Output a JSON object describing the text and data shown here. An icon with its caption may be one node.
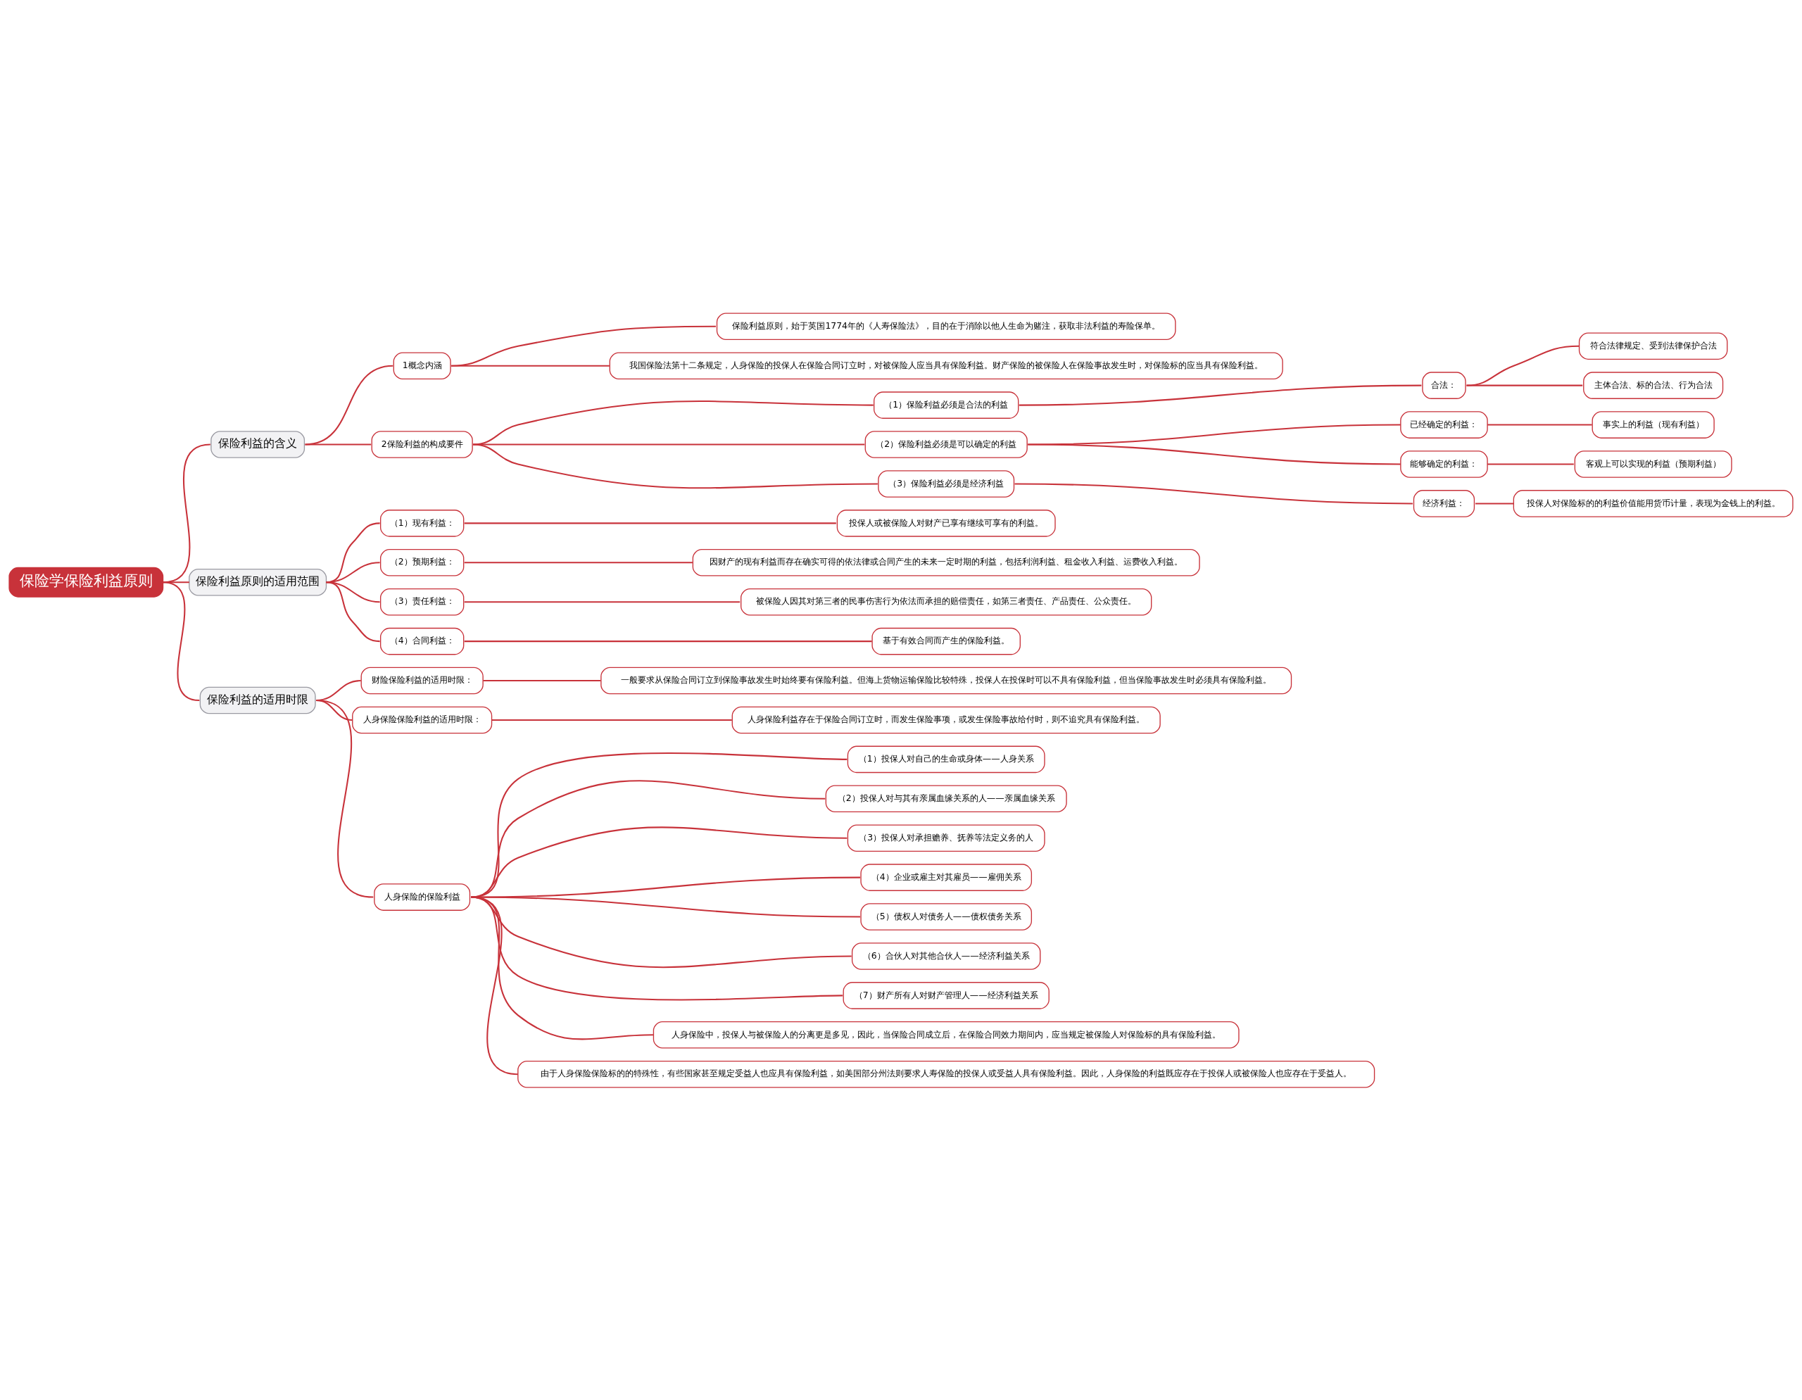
{
  "diagram": {
    "nodes": [
      {
        "text": [
          "保险学保险利益原则"
        ]
      },
      {
        "text": [
          "保险利益的含义"
        ]
      },
      {
        "text": [
          "1概念内涵"
        ]
      },
      {
        "text": [
          "保险利益原则，始于英国1774年的《人寿保险法》，目的在于消除以他人生命为赌注，获取非法利益的寿险保单。"
        ]
      },
      {
        "text": [
          "我国保险法第十二条规定，人身保险的投保人在保险合同订立时，对被保险人应当具有保险利益。财产保险的被保险人在保险事故发生时，对保险标的应当具有保险利益。"
        ]
      },
      {
        "text": [
          "2保险利益的构成要件"
        ]
      },
      {
        "text": [
          "（1）保险利益必须是合法的利益"
        ]
      },
      {
        "text": [
          "合法："
        ]
      },
      {
        "text": [
          "符合法律规定、受到法律保护合法"
        ]
      },
      {
        "text": [
          "主体合法、标的合法、行为合法"
        ]
      },
      {
        "text": [
          "（2）保险利益必须是可以确定的利益"
        ]
      },
      {
        "text": [
          "已经确定的利益："
        ]
      },
      {
        "text": [
          "事实上的利益（现有利益）"
        ]
      },
      {
        "text": [
          "能够确定的利益："
        ]
      },
      {
        "text": [
          "客观上可以实现的利益（预期利益）"
        ]
      },
      {
        "text": [
          "（3）保险利益必须是经济利益"
        ]
      },
      {
        "text": [
          "经济利益："
        ]
      },
      {
        "text": [
          "投保人对保险标的的利益价值能用货币计量，表现为金钱上的利益。"
        ]
      },
      {
        "text": [
          "保险利益原则的适用范围"
        ]
      },
      {
        "text": [
          "（1）现有利益："
        ]
      },
      {
        "text": [
          "投保人或被保险人对财产已享有继续可享有的利益。"
        ]
      },
      {
        "text": [
          "（2）预期利益："
        ]
      },
      {
        "text": [
          "因财产的现有利益而存在确实可得的依法律或合同产生的未来一定时期的利益，包括利润利益、租金收入利益、运费收入利益。"
        ]
      },
      {
        "text": [
          "（3）责任利益："
        ]
      },
      {
        "text": [
          "被保险人因其对第三者的民事伤害行为依法而承担的赔偿责任，如第三者责任、产品责任、公众责任。"
        ]
      },
      {
        "text": [
          "（4）合同利益："
        ]
      },
      {
        "text": [
          "基于有效合同而产生的保险利益。"
        ]
      },
      {
        "text": [
          "保险利益的适用时限"
        ]
      },
      {
        "text": [
          "财险保险利益的适用时限："
        ]
      },
      {
        "text": [
          "一般要求从保险合同订立到保险事故发生时始终要有保险利益。但海上货物运输保险比较特殊，投保人在投保时可以不具有保险利益，但当保险事故发生时必须具有保险利益。"
        ]
      },
      {
        "text": [
          "人身保险保险利益的适用时限："
        ]
      },
      {
        "text": [
          "人身保险利益存在于保险合同订立时，而发生保险事项，或发生保险事故给付时，则不追究具有保险利益。"
        ]
      },
      {
        "text": [
          "人身保险的保险利益"
        ]
      },
      {
        "text": [
          "（1）投保人对自己的生命或身体——人身关系"
        ]
      },
      {
        "text": [
          "（2）投保人对与其有亲属血缘关系的人——亲属血缘关系"
        ]
      },
      {
        "text": [
          "（3）投保人对承担赡养、抚养等法定义务的人"
        ]
      },
      {
        "text": [
          "（4）企业或雇主对其雇员——雇佣关系"
        ]
      },
      {
        "text": [
          "（5）债权人对债务人——债权债务关系"
        ]
      },
      {
        "text": [
          "（6）合伙人对其他合伙人——经济利益关系"
        ]
      },
      {
        "text": [
          "（7）财产所有人对财产管理人——经济利益关系"
        ]
      },
      {
        "text": [
          "人身保险中，投保人与被保险人的分离更是多见，因此，当保险合同成立后，在保险合同效力期间内，应当规定被保险人对保险标的具有保险利益。"
        ]
      },
      {
        "text": [
          "由于人身保险保险标的的特殊性，有些国家甚至规定受益人也应具有保险利益，如美国部分州法则要求人寿保险的投保人或受益人具有保险利益。因此，人身保险的利益既应存在于投保人或被保险人也应存在于受益人。"
        ]
      }
    ],
    "edges": [
      {
        "from": 0,
        "to": 1,
        "arrow": "none"
      },
      {
        "from": 1,
        "to": 2,
        "arrow": "none"
      },
      {
        "from": 2,
        "to": 3,
        "arrow": "none"
      },
      {
        "from": 2,
        "to": 4,
        "arrow": "none"
      },
      {
        "from": 1,
        "to": 5,
        "arrow": "none"
      },
      {
        "from": 5,
        "to": 6,
        "arrow": "none"
      },
      {
        "from": 6,
        "to": 7,
        "arrow": "none"
      },
      {
        "from": 7,
        "to": 8,
        "arrow": "none"
      },
      {
        "from": 7,
        "to": 9,
        "arrow": "none"
      },
      {
        "from": 5,
        "to": 10,
        "arrow": "none"
      },
      {
        "from": 10,
        "to": 11,
        "arrow": "none"
      },
      {
        "from": 11,
        "to": 12,
        "arrow": "none"
      },
      {
        "from": 10,
        "to": 13,
        "arrow": "none"
      },
      {
        "from": 13,
        "to": 14,
        "arrow": "none"
      },
      {
        "from": 5,
        "to": 15,
        "arrow": "none"
      },
      {
        "from": 15,
        "to": 16,
        "arrow": "none"
      },
      {
        "from": 16,
        "to": 17,
        "arrow": "none"
      },
      {
        "from": 0,
        "to": 18,
        "arrow": "none"
      },
      {
        "from": 18,
        "to": 19,
        "arrow": "none"
      },
      {
        "from": 19,
        "to": 20,
        "arrow": "none"
      },
      {
        "from": 18,
        "to": 21,
        "arrow": "none"
      },
      {
        "from": 21,
        "to": 22,
        "arrow": "none"
      },
      {
        "from": 18,
        "to": 23,
        "arrow": "none"
      },
      {
        "from": 23,
        "to": 24,
        "arrow": "none"
      },
      {
        "from": 18,
        "to": 25,
        "arrow": "none"
      },
      {
        "from": 25,
        "to": 26,
        "arrow": "none"
      },
      {
        "from": 0,
        "to": 27,
        "arrow": "none"
      },
      {
        "from": 27,
        "to": 28,
        "arrow": "none"
      },
      {
        "from": 28,
        "to": 29,
        "arrow": "none"
      },
      {
        "from": 27,
        "to": 30,
        "arrow": "none"
      },
      {
        "from": 30,
        "to": 31,
        "arrow": "none"
      },
      {
        "from": 27,
        "to": 32,
        "arrow": "none"
      },
      {
        "from": 32,
        "to": 33,
        "arrow": "none"
      },
      {
        "from": 32,
        "to": 34,
        "arrow": "none"
      },
      {
        "from": 32,
        "to": 35,
        "arrow": "none"
      },
      {
        "from": 32,
        "to": 36,
        "arrow": "none"
      },
      {
        "from": 32,
        "to": 37,
        "arrow": "none"
      },
      {
        "from": 32,
        "to": 38,
        "arrow": "none"
      },
      {
        "from": 32,
        "to": 39,
        "arrow": "none"
      },
      {
        "from": 32,
        "to": 40,
        "arrow": "none"
      },
      {
        "from": 32,
        "to": 41,
        "arrow": "none"
      }
    ]
  }
}
